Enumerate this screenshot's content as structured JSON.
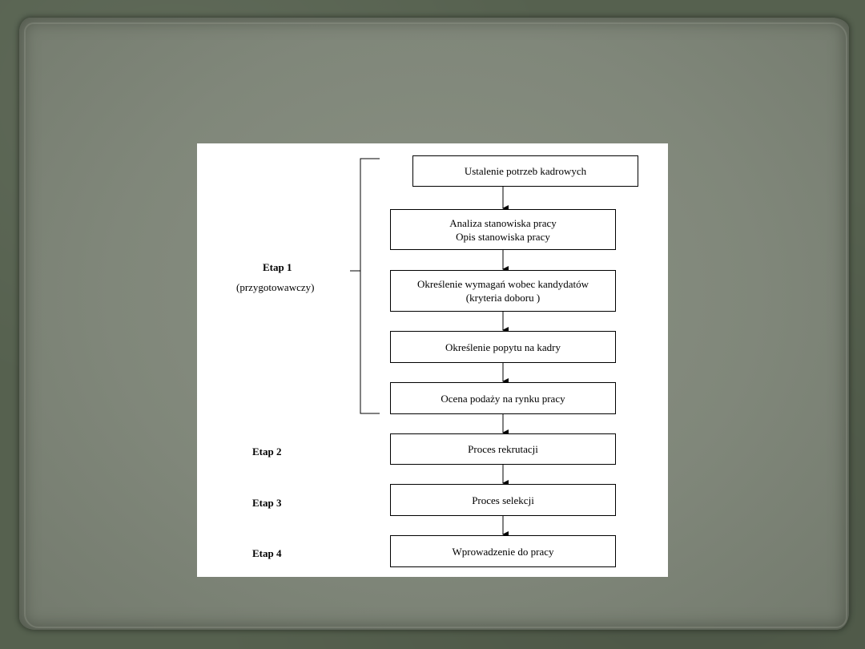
{
  "diagram": {
    "stages": {
      "etap1": {
        "title": "Etap 1",
        "subtitle": "(przygotowawczy)"
      },
      "etap2": {
        "title": "Etap 2"
      },
      "etap3": {
        "title": "Etap 3"
      },
      "etap4": {
        "title": "Etap 4"
      }
    },
    "steps": {
      "ustalenie": {
        "line1": "Ustalenie potrzeb kadrowych"
      },
      "analiza": {
        "line1": "Analiza stanowiska pracy",
        "line2": "Opis stanowiska pracy"
      },
      "wymagania": {
        "line1": "Określenie wymagań wobec kandydatów",
        "line2": "(kryteria doboru )"
      },
      "popyt": {
        "line1": "Określenie popytu na kadry"
      },
      "podaz": {
        "line1": "Ocena podaży na rynku pracy"
      },
      "rekrutacja": {
        "line1": "Proces rekrutacji"
      },
      "selekcja": {
        "line1": "Proces selekcji"
      },
      "wprowadzenie": {
        "line1": "Wprowadzenie do pracy"
      }
    }
  }
}
